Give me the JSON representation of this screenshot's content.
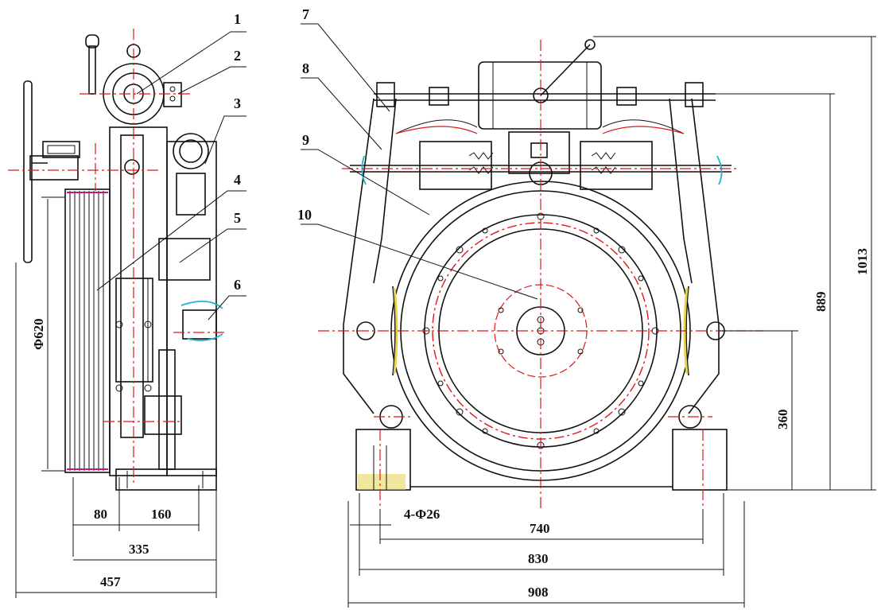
{
  "drawing": {
    "part_numbers": [
      "1",
      "2",
      "3",
      "4",
      "5",
      "6",
      "7",
      "8",
      "9",
      "10"
    ],
    "dimensions": {
      "sheave_diameter": "Φ620",
      "d_80": "80",
      "d_160": "160",
      "d_335": "335",
      "d_457": "457",
      "holes": "4-Φ26",
      "d_740": "740",
      "d_830": "830",
      "d_908": "908",
      "d_360": "360",
      "d_889": "889",
      "d_1013": "1013"
    },
    "colors": {
      "outline": "#111111",
      "centerline": "#e0161b",
      "accent_cyan": "#19b6d2",
      "accent_magenta": "#c2187a",
      "hatch_yellow": "#e8d34a"
    }
  }
}
